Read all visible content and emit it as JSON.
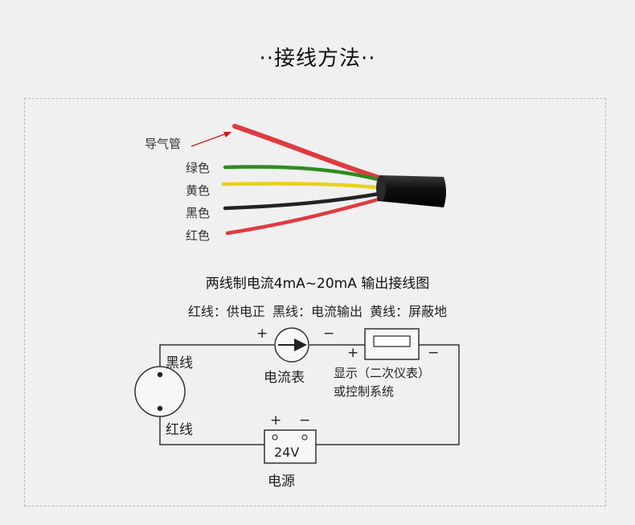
{
  "title": "··接线方法··",
  "cable": {
    "labels": [
      "导气管",
      "绿色",
      "黄色",
      "黑色",
      "红色"
    ]
  },
  "diagram": {
    "subtitle": "两线制电流4mA~20mA 输出接线图",
    "legend": [
      "红线：供电正",
      "黑线：电流输出",
      "黄线：屏蔽地"
    ],
    "sensor_black": "黑线",
    "sensor_red": "红线",
    "ammeter": "电流表",
    "display_line1": "显示（二次仪表）",
    "display_line2": "或控制系统",
    "power_value": "24V",
    "power_label": "电源",
    "plus": "+",
    "minus": "−"
  },
  "colors": {
    "background": "#f0f0f0",
    "green": "#2e8b1e",
    "yellow": "#e8d21a",
    "red": "#e03a3f",
    "black": "#222222",
    "arrow": "#d01818"
  }
}
